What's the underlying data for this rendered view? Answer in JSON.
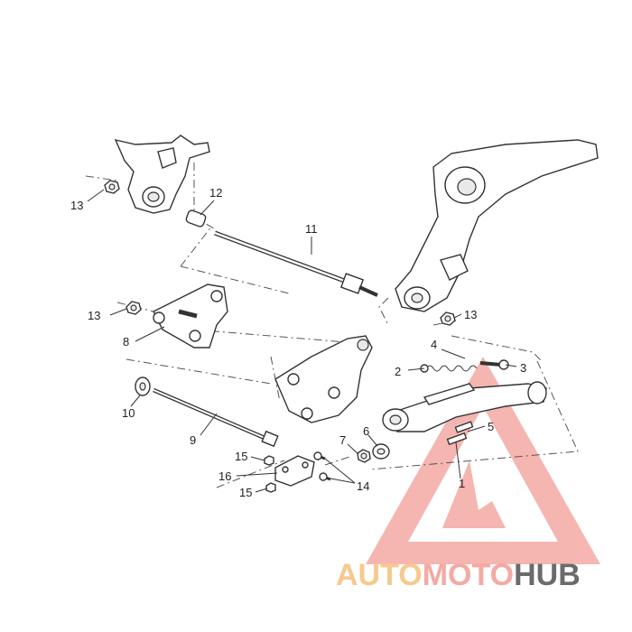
{
  "callouts": {
    "c1": "1",
    "c2": "2",
    "c3": "3",
    "c4": "4",
    "c5": "5",
    "c6": "6",
    "c7": "7",
    "c8": "8",
    "c9": "9",
    "c10": "10",
    "c11": "11",
    "c12": "12",
    "c13a": "13",
    "c13b": "13",
    "c13c": "13",
    "c14": "14",
    "c15a": "15",
    "c15b": "15",
    "c16": "16"
  },
  "watermark": {
    "part1": "AUTO",
    "part2": "MOTO",
    "part3": "HUB",
    "color_primary": "#f4a9a3",
    "color_secondary": "#f6c98d",
    "color_dark": "#6b6b6b"
  }
}
